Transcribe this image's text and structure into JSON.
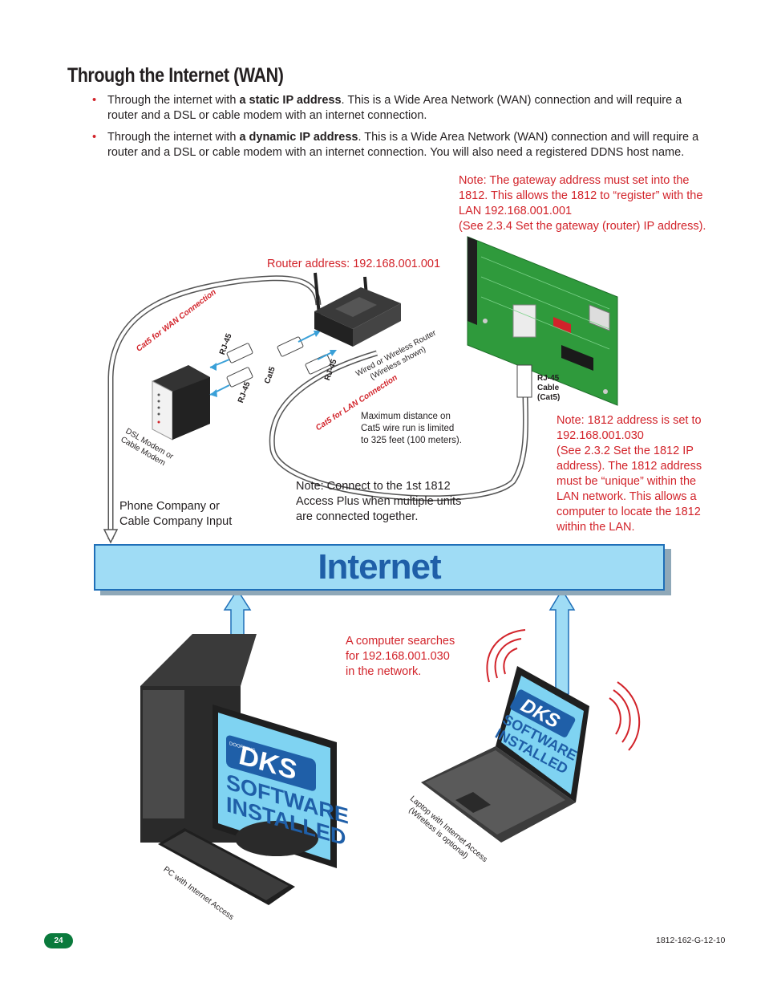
{
  "page": {
    "title": "Through the Internet (WAN)",
    "page_number": "24",
    "doc_number": "1812-162-G-12-10"
  },
  "bullets": [
    {
      "prefix": "Through the internet with ",
      "bold": "a static IP address",
      "suffix": ". This is a Wide Area Network (WAN) connection and will require a router and a DSL or cable modem with an internet connection."
    },
    {
      "prefix": "Through the internet with ",
      "bold": "a dynamic IP address",
      "suffix": ". This is a Wide Area Network (WAN) connection and will require a router and a DSL or cable modem with an internet connection. You will also need a registered DDNS host name."
    }
  ],
  "notes": {
    "gateway": [
      "Note: The gateway address must set into the",
      "1812. This allows the 1812 to “register” with the",
      "LAN 192.168.001.001",
      "(See 2.3.4 Set the gateway (router) IP address)."
    ],
    "router_address": "Router address: 192.168.001.001",
    "address_1812": [
      "Note: 1812 address is set to",
      "192.168.001.030",
      "(See 2.3.2 Set the 1812 IP",
      "address). The 1812 address",
      "must be “unique” within the",
      "LAN network. This allows a",
      "computer to locate the 1812",
      "within the LAN."
    ],
    "max_distance": [
      "Maximum distance on",
      "Cat5 wire run is limited",
      "to 325 feet (100 meters)."
    ],
    "connect_first": [
      "Note: Connect to the 1st 1812",
      "Access Plus when multiple units",
      "are connected together."
    ],
    "phone_company": [
      "Phone Company or",
      "Cable Company Input"
    ],
    "computer_search": [
      "A computer searches",
      "for 192.168.001.030",
      "in the network."
    ]
  },
  "diagram_labels": {
    "cat5_wan": "Cat5 for WAN Connection",
    "cat5_lan": "Cat5 for LAN Connection",
    "rj45_a": "RJ-45",
    "rj45_b": "RJ-45",
    "rj45_c": "RJ-45",
    "cat5": "Cat5",
    "router": [
      "Wired or Wireless Router",
      "(Wireless shown)"
    ],
    "modem": [
      "DSL Modem or",
      "Cable Modem"
    ],
    "rj45_cable": [
      "RJ-45",
      "Cable",
      "(Cat5)"
    ],
    "internet": "Internet",
    "pc": "PC with Internet Access",
    "laptop": [
      "Laptop with Internet Access",
      "(Wireless is optional)"
    ],
    "software_brand": "DKS",
    "software_line1": "SOFTWARE",
    "software_line2": "INSTALLED",
    "doorking": "DOORKING"
  },
  "colors": {
    "accent_red": "#d2232a",
    "internet_fill": "#9fdcf5",
    "internet_text": "#1f5fa8",
    "board_green": "#2f9a3c",
    "badge_green": "#0a7a3c"
  }
}
